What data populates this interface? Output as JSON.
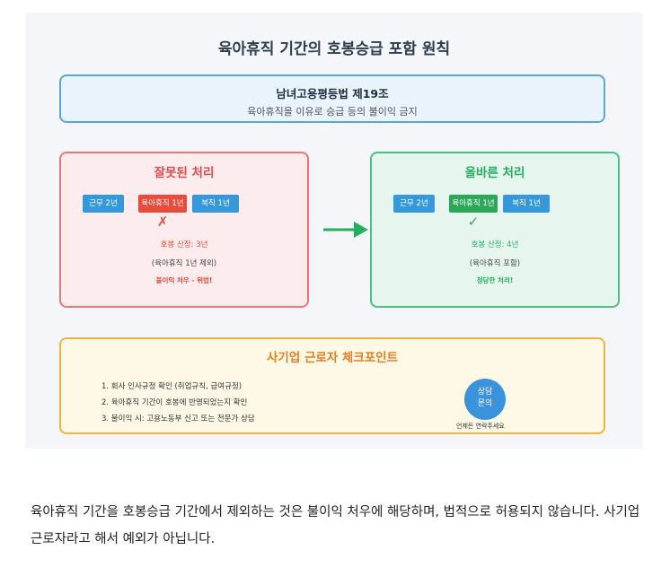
{
  "title": "육아휴직 기간의 호봉승급 포함 원칙",
  "law": {
    "title": "남녀고용평등법 제19조",
    "subtitle": "육아휴직을 이유로 승급 등의 불이익 금지"
  },
  "wrong": {
    "title": "잘못된 처리",
    "tags": [
      "근무 2년",
      "육아휴직 1년",
      "복직 1년"
    ],
    "mark": "✗",
    "line1": "호봉 산정: 3년",
    "line2": "(육아휴직 1년 제외)",
    "line3": "불이익 처우 - 위법!"
  },
  "right": {
    "title": "올바른 처리",
    "tags": [
      "근무 2년",
      "육아휴직 1년",
      "복직 1년"
    ],
    "mark": "✓",
    "line1": "호봉 산정: 4년",
    "line2": "(육아휴직 포함)",
    "line3": "정당한 처리!"
  },
  "checkpoints": {
    "title": "사기업 근로자 체크포인트",
    "items": [
      "1. 회사 인사규정 확인 (취업규칙, 급여규정)",
      "2. 육아휴직 기간이 호봉에 반영되었는지 확인",
      "3. 불이익 시: 고용노동부 신고 또는 전문가 상담"
    ],
    "button_line1": "상담",
    "button_line2": "문의",
    "button_note": "언제든 연락주세요"
  },
  "footer_text": "육아휴직 기간을 호봉승급 기간에서 제외하는 것은 불이익 처우에 해당하며, 법적으로 허용되지 않습니다. 사기업 근로자라고 해서 예외가 아닙니다.",
  "colors": {
    "wrong_accent": "#e74c3c",
    "right_accent": "#27ae60",
    "info_blue": "#3498db",
    "checkpoint_orange": "#e67e22"
  }
}
